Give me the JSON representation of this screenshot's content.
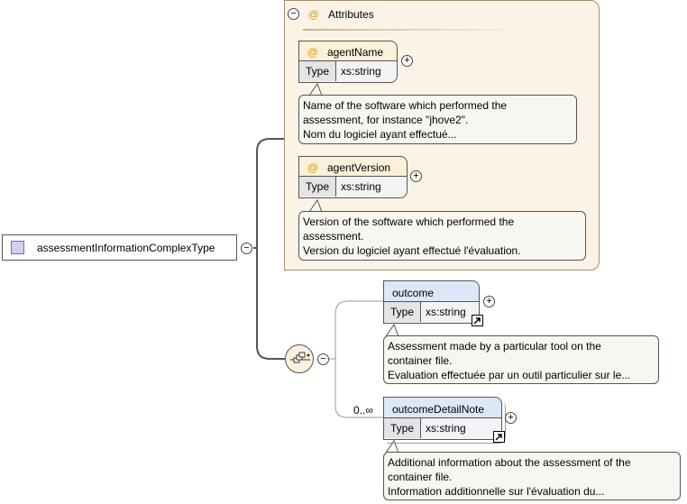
{
  "root": {
    "name": "assessmentInformationComplexType"
  },
  "attributes_header": {
    "icon": "@",
    "label": "Attributes"
  },
  "attributes": [
    {
      "icon": "@",
      "name": "agentName",
      "type_label": "Type",
      "type": "xs:string",
      "doc": [
        "Name of the software which performed the",
        "assessment, for instance \"jhove2\".",
        "Nom du logiciel ayant effectué..."
      ]
    },
    {
      "icon": "@",
      "name": "agentVersion",
      "type_label": "Type",
      "type": "xs:string",
      "doc": [
        "Version of the software which performed the",
        "assessment.",
        "Version du logiciel ayant effectué l'évaluation."
      ]
    }
  ],
  "elements": [
    {
      "name": "outcome",
      "type_label": "Type",
      "type": "xs:string",
      "doc": [
        "Assessment made by a particular tool on the",
        "container file.",
        "Evaluation effectuée par un outil particulier sur le..."
      ]
    },
    {
      "name": "outcomeDetailNote",
      "type_label": "Type",
      "type": "xs:string",
      "occurrence": "0..∞",
      "doc": [
        "Additional information about the assessment of the",
        "container file.",
        "Information additionnelle sur l'évaluation du..."
      ]
    }
  ],
  "symbols": {
    "collapse": "−",
    "expand": "+"
  },
  "colors": {
    "attr_panel": "#fbf4e6",
    "attr_box": "#fbf0d8",
    "element_box": "#dce8f7",
    "complex_type_icon": "#d9ccf0"
  }
}
